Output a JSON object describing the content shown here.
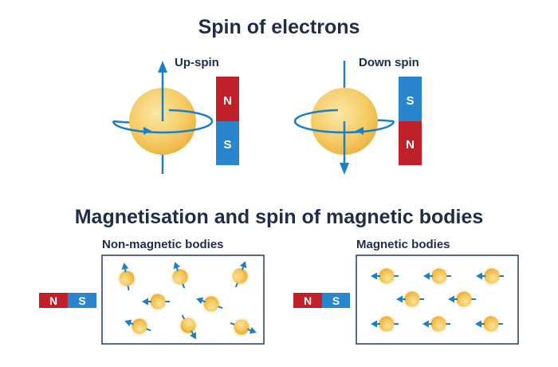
{
  "titles": {
    "spin": "Spin of electrons",
    "magnetisation": "Magnetisation and spin of magnetic bodies"
  },
  "labels": {
    "up_spin": "Up-spin",
    "down_spin": "Down spin",
    "non_magnetic": "Non-magnetic bodies",
    "magnetic": "Magnetic bodies"
  },
  "magnets": {
    "north": "N",
    "south": "S"
  },
  "colors": {
    "north": "#c0202a",
    "south": "#2a86cc",
    "arrow": "#1f7fc4",
    "sphere": "#f5c964",
    "box_border": "#2b3a55"
  }
}
